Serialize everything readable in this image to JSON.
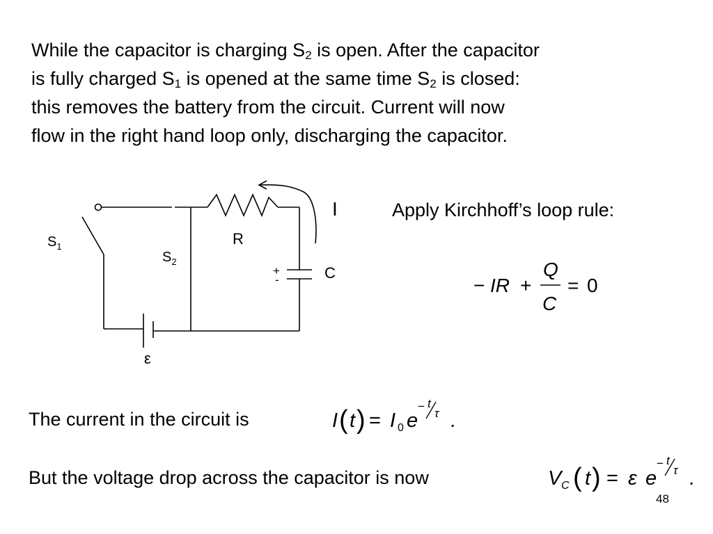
{
  "intro": {
    "l1_a": "While the capacitor is charging S",
    "l1_sub": "2",
    "l1_b": " is open.  After the capacitor",
    "l2_a": "is fully charged S",
    "l2_sub1": "1",
    "l2_b": " is opened at the same time S",
    "l2_sub2": "2",
    "l2_c": " is closed:",
    "l3": "this removes the battery from the circuit.  Current will now",
    "l4": "flow in the right hand loop only, discharging the capacitor."
  },
  "circuit": {
    "current_label": "I",
    "resistor_label": "R",
    "s1_main": "S",
    "s1_sub": "1",
    "s2_main": "S",
    "s2_sub": "2",
    "plus": "+",
    "minus": "-",
    "capacitor_label": "C",
    "emf_label": "ε"
  },
  "loop_rule": {
    "title": "Apply Kirchhoff’s loop rule:",
    "lhs_minus": "−",
    "lhs_IR": "IR",
    "plus": "+",
    "numerator": "Q",
    "denominator": "C",
    "equals": "=",
    "rhs": "0"
  },
  "current_eq": {
    "text": "The current in the circuit is",
    "I": "I",
    "t_arg": "t",
    "equals": "=",
    "I0": "I",
    "I0_sub": "0",
    "e": "e",
    "exp_minus": "−",
    "exp_t": "t",
    "exp_tau": "τ",
    "period": "."
  },
  "voltage_eq": {
    "text": "But the voltage drop across the capacitor is now",
    "V": "V",
    "V_sub": "C",
    "t_arg": "t",
    "equals": "=",
    "eps": "ε",
    "e": "e",
    "exp_minus": "−",
    "exp_t": "t",
    "exp_tau": "τ",
    "period": "."
  },
  "page_number": "48"
}
